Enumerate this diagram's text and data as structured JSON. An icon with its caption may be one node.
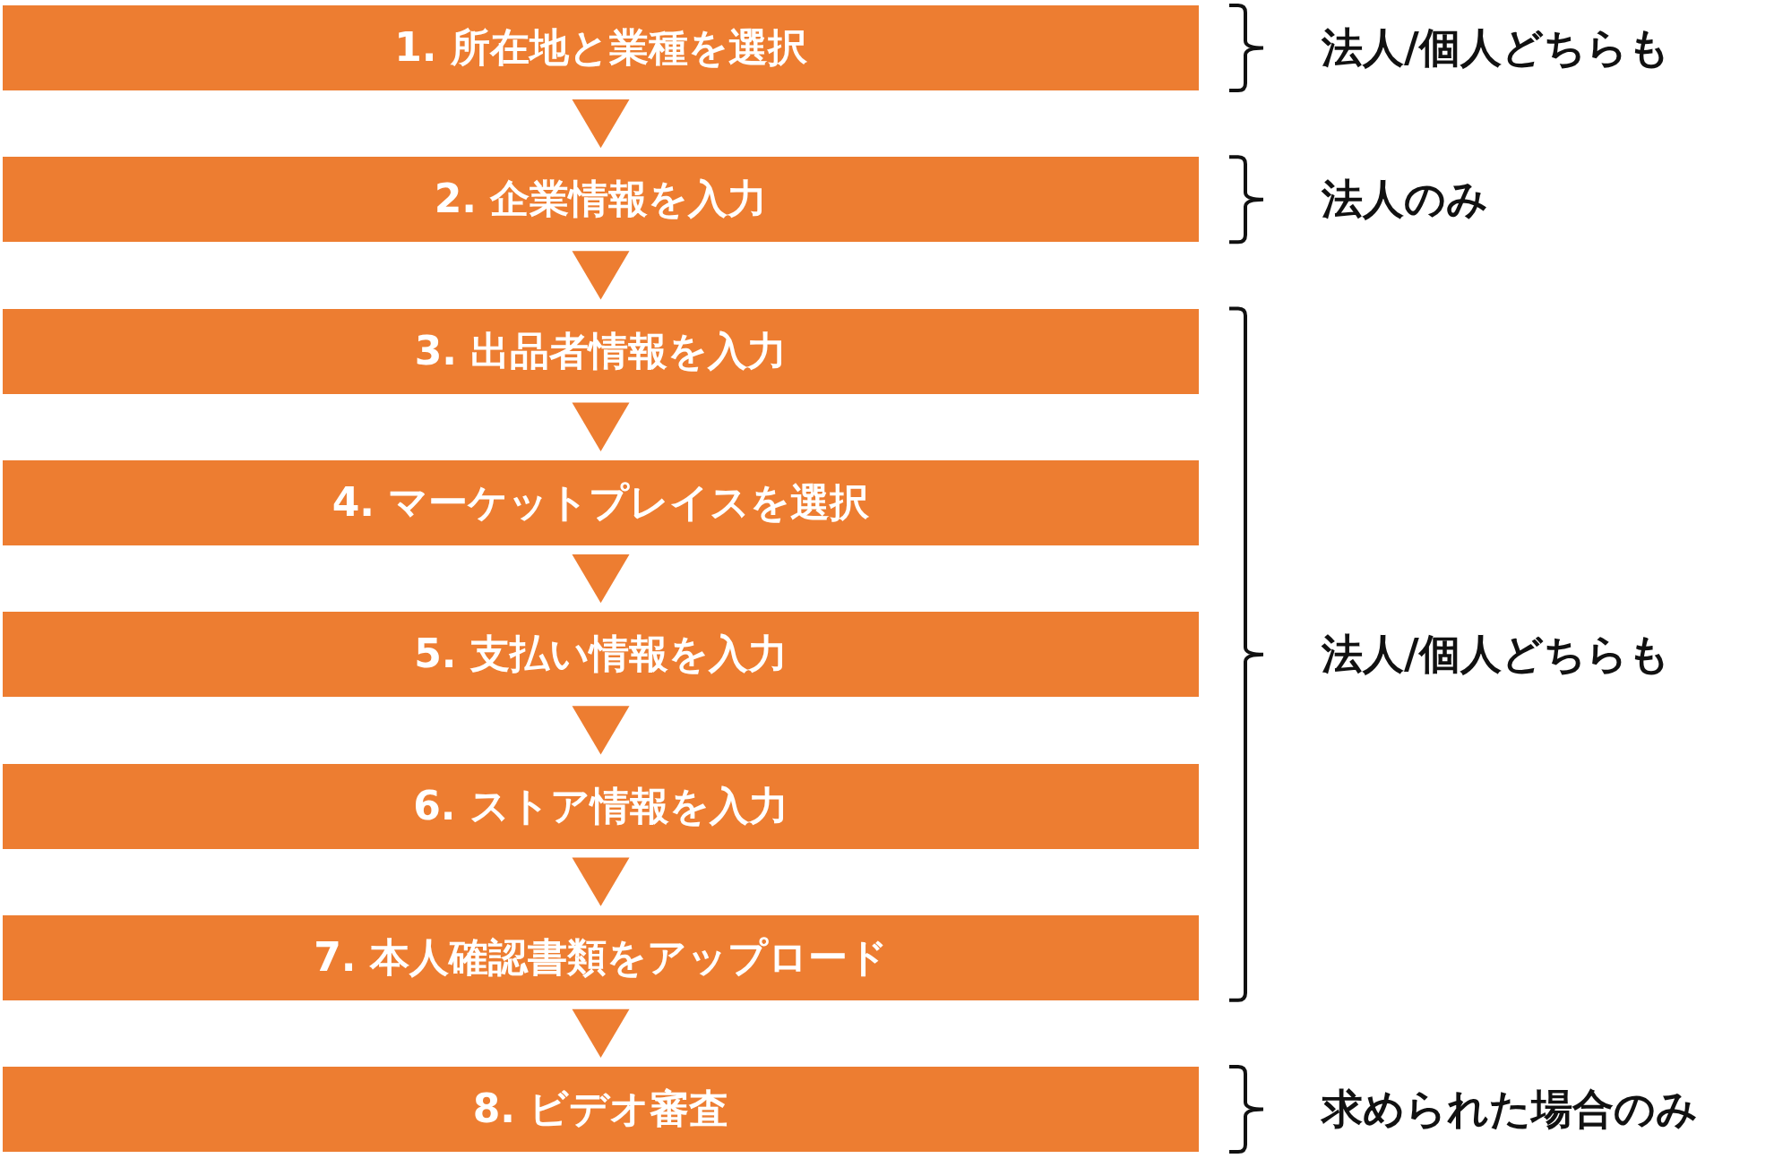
{
  "diagram": {
    "nodes": [
      {
        "text": [
          "1. 所在地と業種を選択"
        ]
      },
      {
        "text": [
          "2. 企業情報を入力"
        ]
      },
      {
        "text": [
          "3. 出品者情報を入力"
        ]
      },
      {
        "text": [
          "4. マーケットプレイスを選択"
        ]
      },
      {
        "text": [
          "5. 支払い情報を入力"
        ]
      },
      {
        "text": [
          "6. ストア情報を入力"
        ]
      },
      {
        "text": [
          "7. 本人確認書類をアップロード"
        ]
      },
      {
        "text": [
          "8. ビデオ審査"
        ]
      }
    ],
    "edges": [
      {
        "from": 0,
        "to": 1,
        "arrow": "to"
      },
      {
        "from": 1,
        "to": 2,
        "arrow": "to"
      },
      {
        "from": 2,
        "to": 3,
        "arrow": "to"
      },
      {
        "from": 3,
        "to": 4,
        "arrow": "to"
      },
      {
        "from": 4,
        "to": 5,
        "arrow": "to"
      },
      {
        "from": 5,
        "to": 6,
        "arrow": "to"
      },
      {
        "from": 6,
        "to": 7,
        "arrow": "to"
      }
    ],
    "labels": [
      "法人/個人どちらも",
      "法人のみ",
      "法人/個人どちらも",
      "求められた場合のみ"
    ]
  }
}
